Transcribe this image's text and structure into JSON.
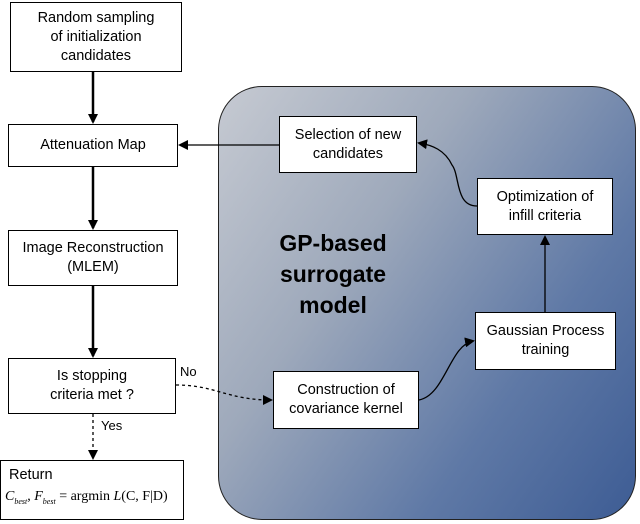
{
  "nodes": {
    "random_sampling": "Random sampling\nof initialization\ncandidates",
    "attenuation_map": "Attenuation Map",
    "image_reconstruction": "Image Reconstruction\n(MLEM)",
    "stopping_criteria": "Is stopping\ncriteria met ?",
    "selection_candidates": "Selection of new\ncandidates",
    "optimization_infill": "Optimization of\ninfill criteria",
    "gaussian_process": "Gaussian Process\ntraining",
    "construction_kernel": "Construction of\ncovariance kernel"
  },
  "return_box": {
    "label": "Return",
    "formula": {
      "lhs1": "C",
      "sub1": "best",
      "lhs2": "F",
      "sub2": "best",
      "op": " = argmin ",
      "func": "L",
      "args": "C, F|D"
    }
  },
  "panel_title": "GP-based\nsurrogate\nmodel",
  "edge_labels": {
    "no": "No",
    "yes": "Yes"
  },
  "colors": {
    "panel_light": "#c6cad2",
    "panel_dark": "#3d5c94"
  }
}
